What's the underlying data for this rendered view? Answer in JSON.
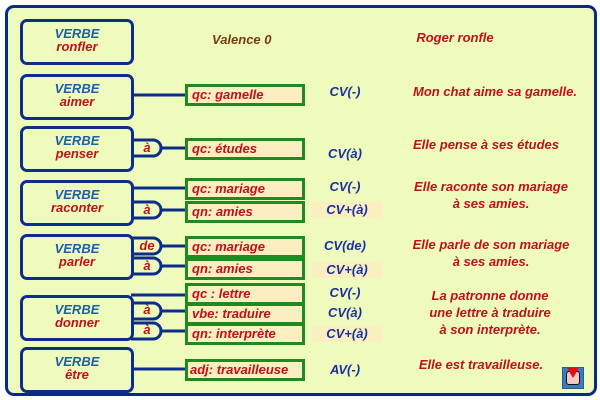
{
  "rows": [
    {
      "verb_label": "VERBE",
      "verb": "ronfler",
      "valence": "Valence 0",
      "complements": [],
      "example": [
        "Roger ronfle"
      ]
    },
    {
      "verb_label": "VERBE",
      "verb": "aimer",
      "complements": [
        {
          "prep": "",
          "text": "qc: gamelle",
          "cv": "CV(-)"
        }
      ],
      "example": [
        "Mon chat aime sa gamelle."
      ]
    },
    {
      "verb_label": "VERBE",
      "verb": "penser",
      "complements": [
        {
          "prep": "à",
          "text": "qc: études",
          "cv": "CV(à)"
        }
      ],
      "example": [
        "Elle pense à ses études"
      ]
    },
    {
      "verb_label": "VERBE",
      "verb": "raconter",
      "complements": [
        {
          "prep": "",
          "text": "qc: mariage",
          "cv": "CV(-)"
        },
        {
          "prep": "à",
          "text": "qn: amies",
          "cv": "CV+(à)"
        }
      ],
      "example": [
        "Elle raconte son mariage",
        "à ses amies."
      ]
    },
    {
      "verb_label": "VERBE",
      "verb": "parler",
      "complements": [
        {
          "prep": "de",
          "text": "qc: mariage",
          "cv": "CV(de)"
        },
        {
          "prep": "à",
          "text": "qn: amies",
          "cv": "CV+(à)"
        }
      ],
      "example": [
        "Elle parle de son mariage",
        "à ses amies."
      ]
    },
    {
      "verb_label": "VERBE",
      "verb": "donner",
      "complements": [
        {
          "prep": "",
          "text": "qc : lettre",
          "cv": "CV(-)"
        },
        {
          "prep": "à",
          "text": "vbe: traduire",
          "cv": "CV(à)"
        },
        {
          "prep": "à",
          "text": "qn: interprète",
          "cv": "CV+(à)"
        }
      ],
      "example": [
        "La patronne donne",
        "une lettre à traduire",
        "à son interprète."
      ]
    },
    {
      "verb_label": "VERBE",
      "verb": "être",
      "complements": [
        {
          "prep": "",
          "text": "adj: travailleuse",
          "cv": "AV(-)"
        }
      ],
      "example": [
        "Elle est travailleuse."
      ]
    }
  ],
  "colors": {
    "border": "#0a2a8a",
    "background": "#eefbbd",
    "verb_label": "#1d5fa8",
    "red_text": "#c0101a",
    "complement_border": "#1f8a1f",
    "complement_fill": "#fbeec0",
    "cv_text": "#1a2fa0"
  },
  "corner_icon": "navigation-down-icon"
}
